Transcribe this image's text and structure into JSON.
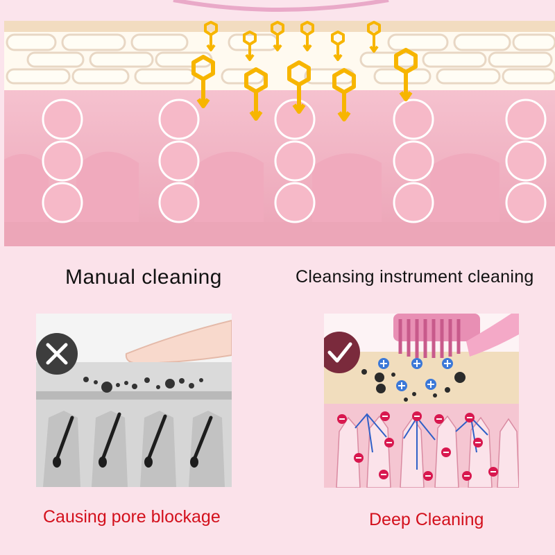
{
  "captions": {
    "manual": "Manual cleaning",
    "instrument": "Cleansing instrument cleaning",
    "manual_result": "Causing pore blockage",
    "instrument_result": "Deep Cleaning"
  },
  "icons": {
    "manual_badge": "x-icon",
    "instrument_badge": "check-icon",
    "molecule": "hexagon-molecule-icon",
    "positive_charge": "plus-charge-icon",
    "negative_charge": "minus-charge-icon"
  },
  "colors": {
    "background": "#fbe2ea",
    "caption_text": "#111111",
    "result_text": "#d3101c",
    "molecule": "#f7b500",
    "skin": "#f2b8c6",
    "fat_cells": "#fff8e6",
    "positive_ion": "#3b78d8",
    "negative_ion": "#d8184f",
    "x_badge": "#3d3d3d",
    "check_badge": "#7a2a3c"
  }
}
